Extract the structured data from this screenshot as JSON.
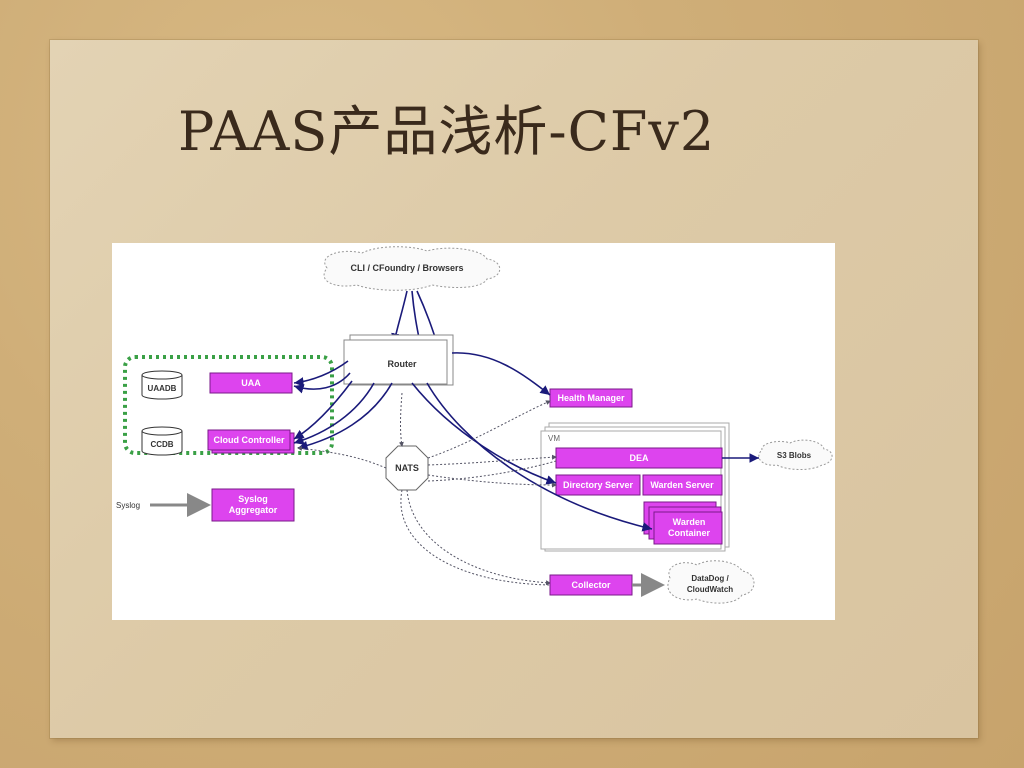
{
  "slide": {
    "title": "PAAS产品浅析-CFv2"
  },
  "diagram": {
    "nodes": {
      "cli": "CLI / CFoundry / Browsers",
      "router": "Router",
      "uaadb": "UAADB",
      "uaa": "UAA",
      "ccdb": "CCDB",
      "cloud_controller": "Cloud Controller",
      "health_manager": "Health Manager",
      "vm": "VM",
      "dea": "DEA",
      "directory_server": "Directory Server",
      "warden_server": "Warden Server",
      "warden_container_1": "Warden",
      "warden_container_2": "Container",
      "s3_blobs": "S3 Blobs",
      "nats": "NATS",
      "syslog": "Syslog",
      "syslog_aggregator_1": "Syslog",
      "syslog_aggregator_2": "Aggregator",
      "collector": "Collector",
      "datadog_1": "DataDog /",
      "datadog_2": "CloudWatch"
    },
    "colors": {
      "component": "#dd44ee",
      "component_border": "#7a1a8a",
      "arrow": "#1a1a7a",
      "dotted_group": "#3aa046",
      "gray_arrow": "#888888"
    }
  }
}
